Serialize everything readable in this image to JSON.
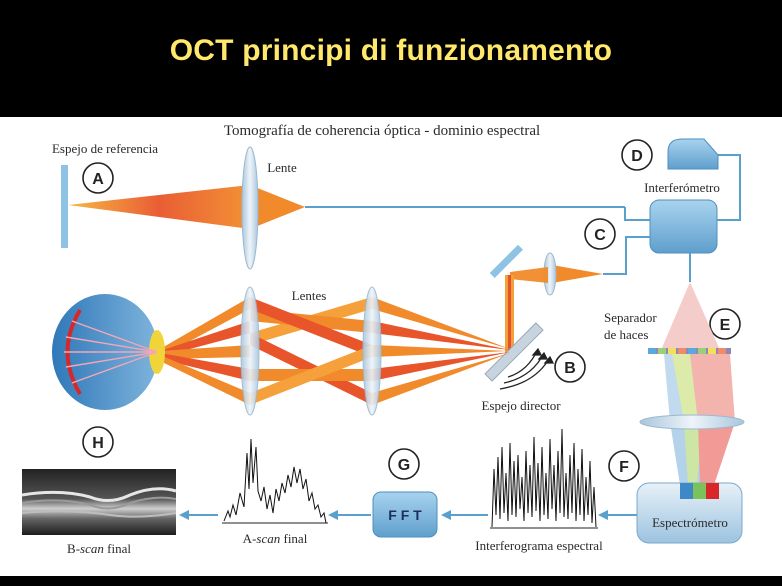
{
  "slide": {
    "title": "OCT principi di funzionamento"
  },
  "diagram": {
    "title": "Tomografía de coherencia óptica - dominio espectral",
    "labels": {
      "espejo_referencia": "Espejo de referencia",
      "lente": "Lente",
      "lentes": "Lentes",
      "interferometro": "Interferómetro",
      "separador_1": "Separador",
      "separador_2": "de haces",
      "espejo_director": "Espejo director",
      "espectrometro": "Espectrómetro",
      "interferograma": "Interferograma espectral",
      "fft": "F F T",
      "ascan_prefix": "A-",
      "ascan_italic": "scan",
      "ascan_suffix": " final",
      "bscan_prefix": "B-",
      "bscan_italic": "scan",
      "bscan_suffix": " final"
    },
    "markers": [
      "A",
      "B",
      "C",
      "D",
      "E",
      "F",
      "G",
      "H"
    ],
    "colors": {
      "beam_orange": "#f08a2a",
      "beam_red": "#d83a1f",
      "beam_yellow": "#f7c23a",
      "component_blue": "#7fb7dc",
      "line_blue": "#5aa0cc",
      "lens_blue": "#c9dbe9",
      "title_yellow": "#ffe86b"
    }
  }
}
